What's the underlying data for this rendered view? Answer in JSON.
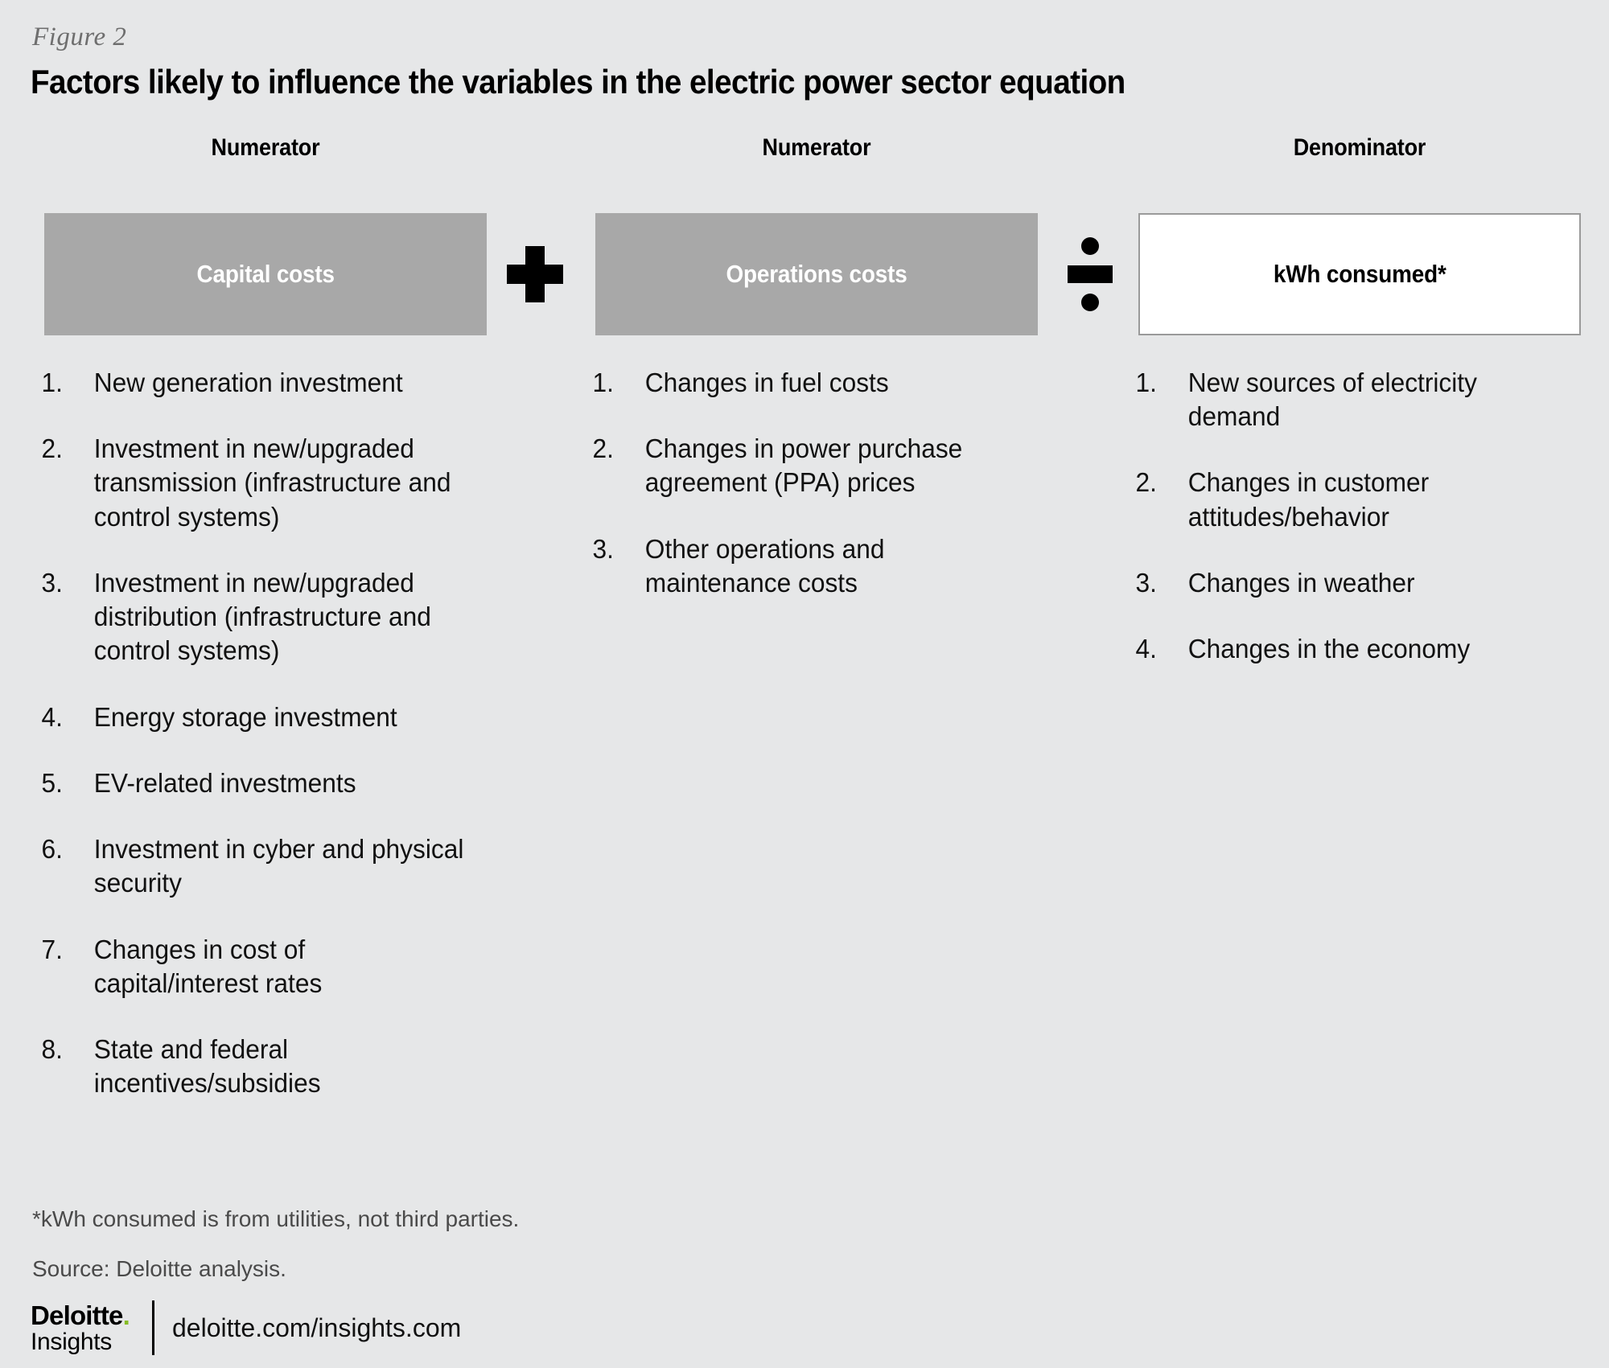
{
  "figure": {
    "label": "Figure 2",
    "title": "Factors likely to influence the variables in the electric power sector equation"
  },
  "equation": {
    "columns": [
      {
        "role_label": "Numerator",
        "box_label": "Capital costs",
        "box_style": "filled",
        "items": [
          "New generation investment",
          "Investment in new/upgraded transmission (infrastructure and control systems)",
          "Investment in new/upgraded distribution (infrastructure and control systems)",
          "Energy storage investment",
          "EV-related investments",
          "Investment in cyber and physical security",
          "Changes in cost of capital/interest rates",
          "State and federal incentives/subsidies"
        ]
      },
      {
        "role_label": "Numerator",
        "box_label": "Operations costs",
        "box_style": "filled",
        "items": [
          "Changes in fuel costs",
          "Changes in power purchase agreement (PPA) prices",
          "Other operations and maintenance costs"
        ]
      },
      {
        "role_label": "Denominator",
        "box_label": "kWh consumed*",
        "box_style": "outlined",
        "items": [
          "New sources of electricity demand",
          "Changes in customer attitudes/behavior",
          "Changes in weather",
          "Changes in the economy"
        ]
      }
    ],
    "operators": [
      {
        "name": "plus",
        "symbol": "+"
      },
      {
        "name": "divide",
        "symbol": "÷"
      }
    ]
  },
  "footer": {
    "footnote": "*kWh consumed is from utilities, not third parties.",
    "source": "Source: Deloitte analysis.",
    "brand_primary": "Deloitte",
    "brand_dot": ".",
    "brand_secondary": "Insights",
    "url": "deloitte.com/insights.com"
  },
  "colors": {
    "background": "#e6e7e8",
    "box_fill": "#a8a8a8",
    "box_outline": "#9a9a9a",
    "brand_green": "#86bc25",
    "title_text": "#000000",
    "muted_text": "#4a4a4a"
  }
}
